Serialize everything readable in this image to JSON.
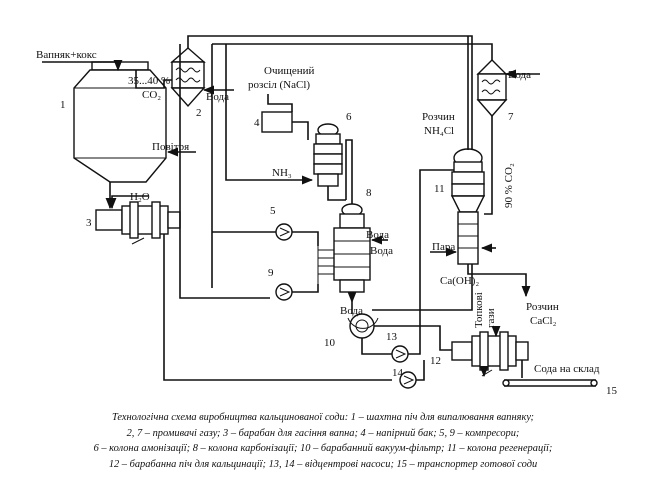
{
  "labels": {
    "feed": "Вапняк+кокс",
    "co2_range": "35...40 %",
    "co2": "CO₂",
    "water_a": "Вода",
    "air": "Повітря",
    "h2o": "H₂O",
    "brine_1": "Очищений",
    "brine_2": "розсіл (NaCl)",
    "nh3": "NH₃",
    "water_b": "Вода",
    "water_c": "Вода",
    "water_d": "Вода",
    "solution_nh4cl_1": "Розчин",
    "solution_nh4cl_2": "NH₄Cl",
    "co2_90": "90 % CO₂",
    "steam": "Пара",
    "caoh2": "Ca(OH)₂",
    "solution_cacl2_1": "Розчин",
    "solution_cacl2_2": "CaCl₂",
    "flue_gas_1": "Топкові",
    "flue_gas_2": "гази",
    "soda_store": "Сода на склад"
  },
  "numbers": {
    "n1": "1",
    "n2": "2",
    "n3": "3",
    "n4": "4",
    "n5": "5",
    "n6": "6",
    "n7": "7",
    "n8": "8",
    "n9": "9",
    "n10": "10",
    "n11": "11",
    "n12": "12",
    "n13": "13",
    "n14": "14",
    "n15": "15"
  },
  "caption": {
    "line1": "Технологічна схема виробництва кальцинованої соди: 1 – шахтна піч для випалювання вапняку;",
    "line2": "2, 7 – промивачі газу; 3 – барабан для гасіння вапна; 4 – напірний бак; 5, 9 – компресори;",
    "line3": "6 – колона амонізації; 8 – колона карбонізації; 10 – барабанний вакуум-фільтр; 11 – колона регенерації;",
    "line4": "12 – барабанна піч для кальцинації; 13, 14 – відцентрові насоси; 15 – транспортер готової соди"
  }
}
